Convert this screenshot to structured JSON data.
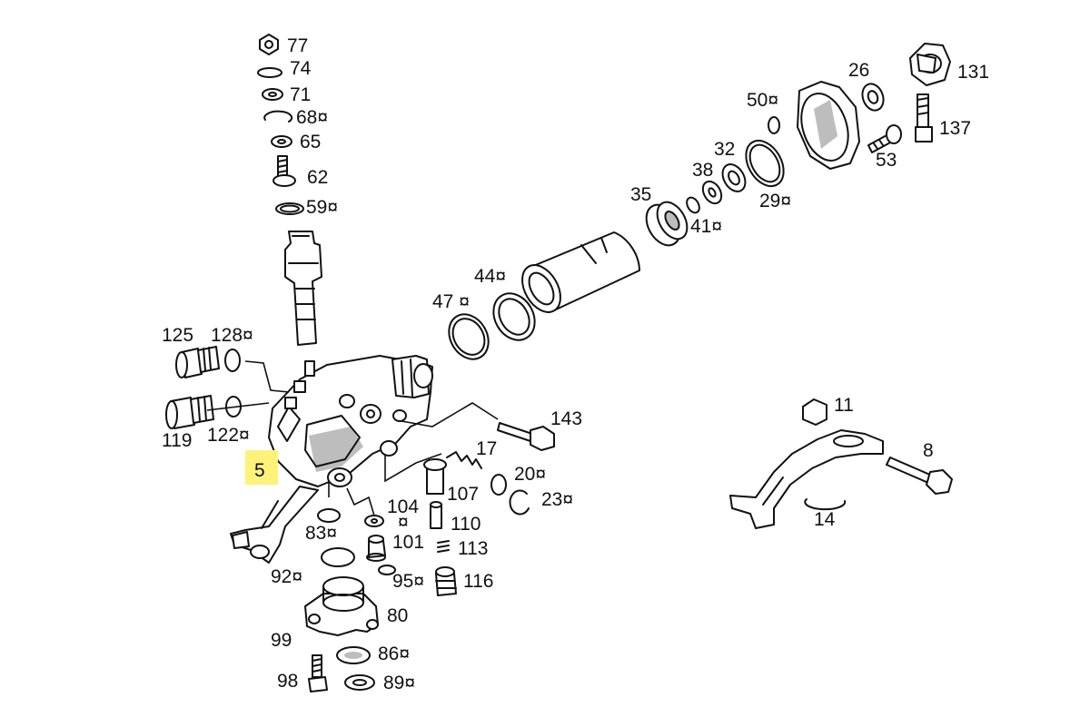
{
  "highlight_color": "#fff27a",
  "callouts": {
    "c77": "77",
    "c74": "74",
    "c71": "71",
    "c68": "68¤",
    "c65": "65",
    "c62": "62",
    "c59": "59¤",
    "c125": "125",
    "c128": "128¤",
    "c119": "119",
    "c122": "122¤",
    "c5": "5",
    "c83": "83¤",
    "c92": "92¤",
    "c99": "99",
    "c98": "98",
    "c80": "80",
    "c86": "86¤",
    "c89": "89¤",
    "c104": "104",
    "c104b": "¤",
    "c101": "101",
    "c95": "95¤",
    "c116": "116",
    "c107": "107",
    "c110": "110",
    "c113": "113",
    "c17": "17",
    "c20": "20¤",
    "c23": "23¤",
    "c143": "143",
    "c47": "47 ¤",
    "c44": "44¤",
    "c35": "35",
    "c41": "41¤",
    "c38": "38",
    "c32": "32",
    "c29": "29¤",
    "c50": "50¤",
    "c26": "26",
    "c131": "131",
    "c137": "137",
    "c53": "53",
    "c11": "11",
    "c8": "8",
    "c14": "14"
  }
}
